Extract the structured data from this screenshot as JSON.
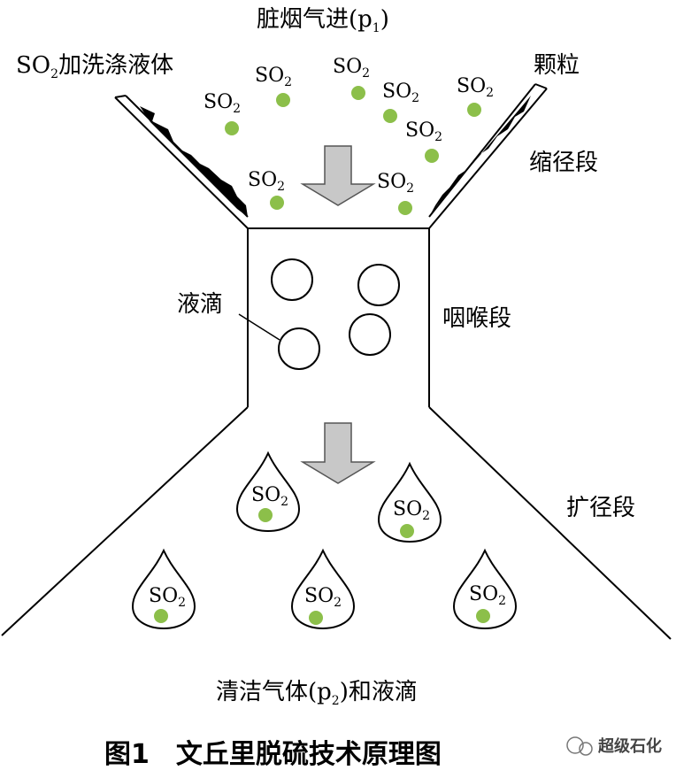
{
  "labels": {
    "inlet": "脏烟气进(p",
    "inlet_sub": "1",
    "inlet_close": ")",
    "scrubbing_liquid": "加洗涤液体",
    "particles": "颗粒",
    "convergent_section": "缩径段",
    "droplet": "液滴",
    "throat_section": "咽喉段",
    "divergent_section": "扩径段",
    "outlet": "清洁气体(p",
    "outlet_sub": "2",
    "outlet_close": ")和液滴"
  },
  "so2": {
    "main": "SO",
    "sub": "2"
  },
  "caption": "图1　文丘里脱硫技术原理图",
  "watermark": "超级石化",
  "colors": {
    "particle": "#8cbf4a",
    "arrow_fill": "#c8c8c8",
    "stroke": "#000000",
    "arrow_stroke": "#555555"
  },
  "counts": {
    "so2_particles_in_gas": 8,
    "droplets_in_throat": 4,
    "droplets_with_so2": 5
  }
}
